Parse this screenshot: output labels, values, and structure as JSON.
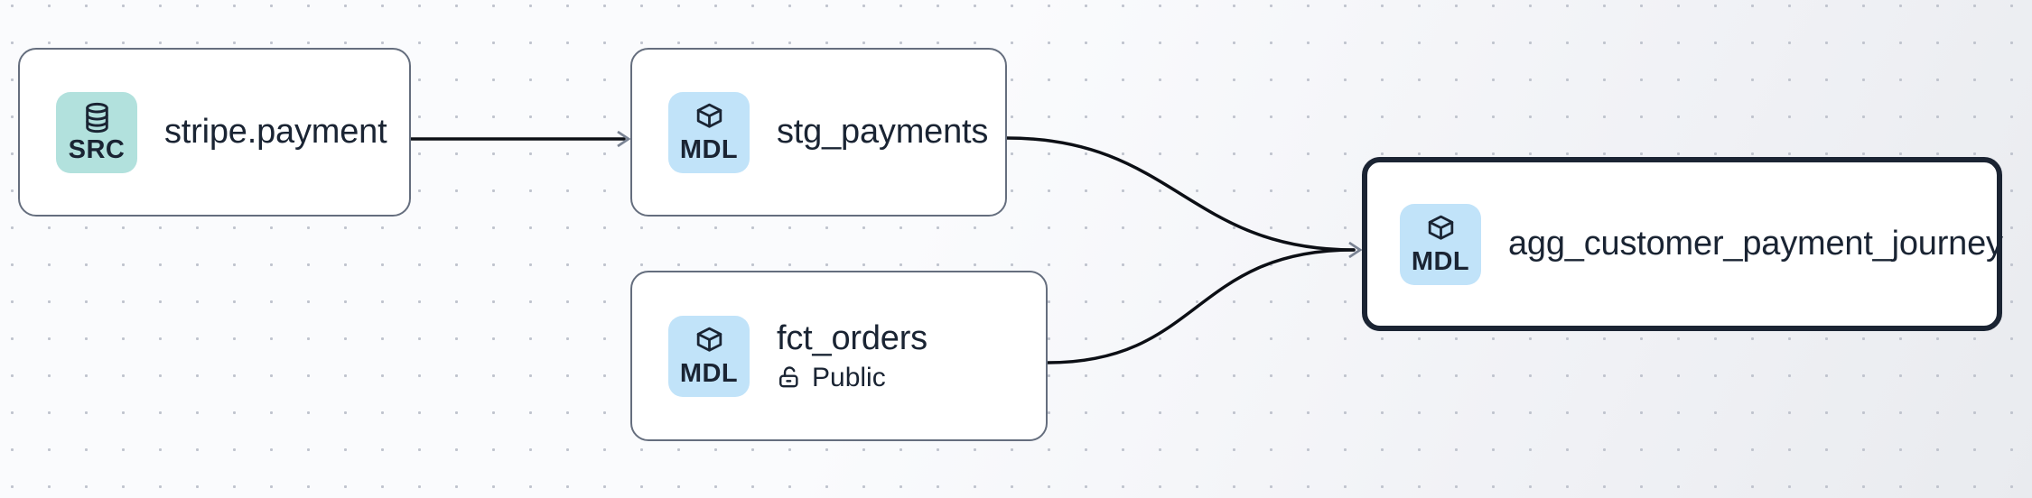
{
  "diagram": {
    "type": "lineage-graph",
    "background": {
      "color": "#f7f8fb",
      "dot_color": "#c0c4ce"
    },
    "colors": {
      "node_background": "#ffffff",
      "node_border": "#656e7e",
      "selected_node_border": "#1b2433",
      "edge": "#0c0f15",
      "arrowhead": "#7b8494",
      "text": "#1a2433",
      "badge_source": "#b2e1dd",
      "badge_model": "#c1e3f9"
    },
    "nodes": [
      {
        "id": "stripe.payment",
        "label": "stripe.payment",
        "kind": "source",
        "badge": {
          "label": "SRC",
          "icon": "database-icon",
          "color": "#b2e1dd"
        },
        "selected": false
      },
      {
        "id": "stg_payments",
        "label": "stg_payments",
        "kind": "model",
        "badge": {
          "label": "MDL",
          "icon": "cube-icon",
          "color": "#c1e3f9"
        },
        "selected": false
      },
      {
        "id": "fct_orders",
        "label": "fct_orders",
        "kind": "model",
        "badge": {
          "label": "MDL",
          "icon": "cube-icon",
          "color": "#c1e3f9"
        },
        "access": {
          "label": "Public",
          "icon": "unlock-icon"
        },
        "selected": false
      },
      {
        "id": "agg_customer_payment_journey",
        "label": "agg_customer_payment_journey",
        "kind": "model",
        "badge": {
          "label": "MDL",
          "icon": "cube-icon",
          "color": "#c1e3f9"
        },
        "selected": true
      }
    ],
    "edges": [
      {
        "from": "stripe.payment",
        "to": "stg_payments"
      },
      {
        "from": "stg_payments",
        "to": "agg_customer_payment_journey"
      },
      {
        "from": "fct_orders",
        "to": "agg_customer_payment_journey"
      }
    ]
  }
}
